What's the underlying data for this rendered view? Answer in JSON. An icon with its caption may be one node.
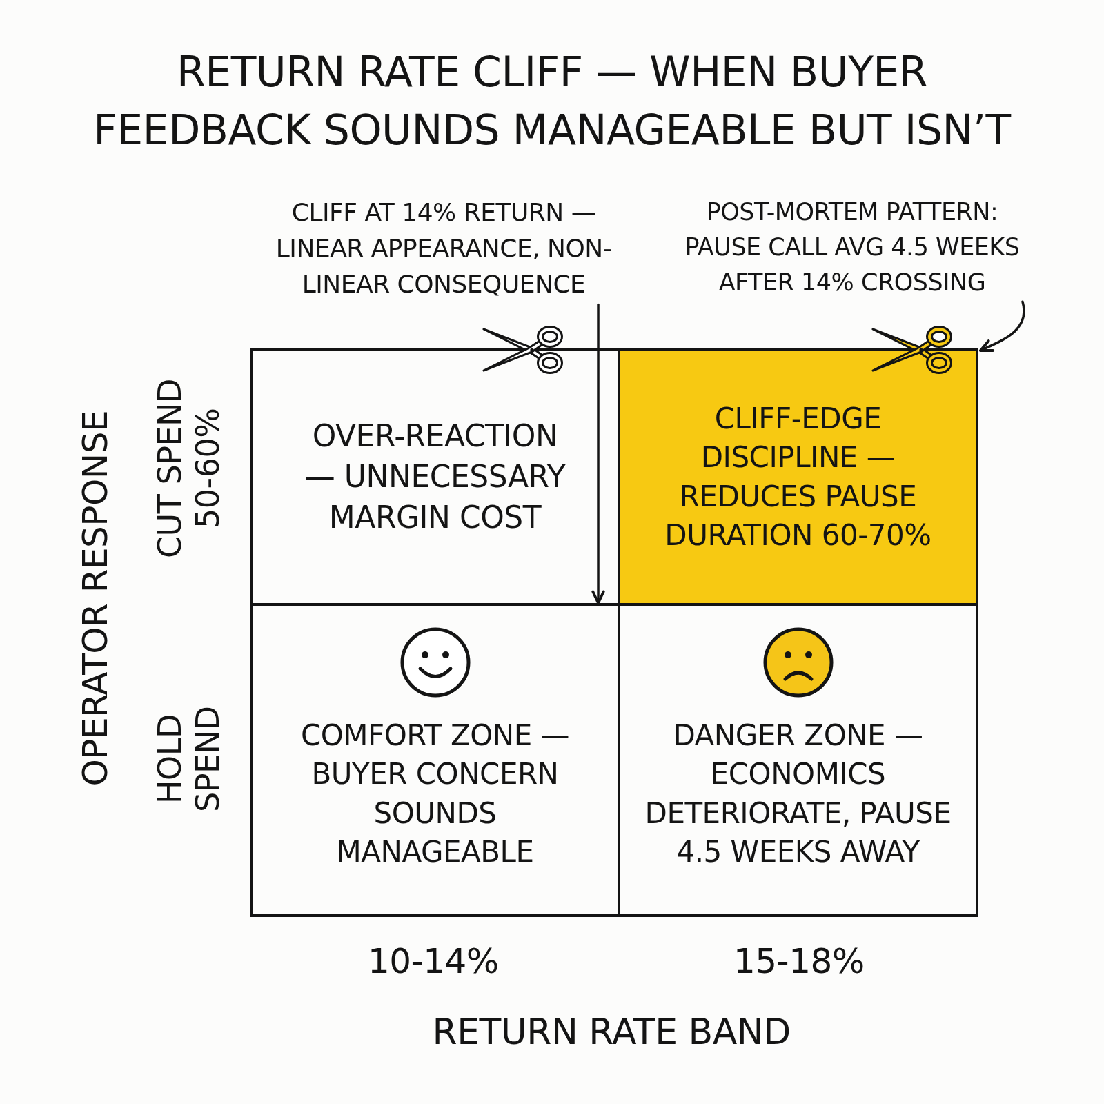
{
  "diagram": {
    "title": "RETURN RATE CLIFF — WHEN BUYER FEEDBACK SOUNDS MANAGEABLE BUT ISN’T",
    "nodes": [
      {
        "text": [
          "CLIFF AT 14% RETURN — LINEAR APPEARANCE, NON-LINEAR CONSEQUENCE"
        ]
      },
      {
        "text": [
          "POST-MORTEM PATTERN: PAUSE CALL AVG 4.5 WEEKS AFTER 14% CROSSING"
        ]
      },
      {
        "text": [
          "OVER-REACTION — UNNECESSARY MARGIN COST"
        ]
      },
      {
        "text": [
          "CLIFF-EDGE DISCIPLINE — REDUCES PAUSE DURATION 60-70%"
        ]
      },
      {
        "text": [
          "COMFORT ZONE — BUYER CONCERN SOUNDS MANAGEABLE"
        ]
      },
      {
        "text": [
          "DANGER ZONE — ECONOMICS DETERIORATE, PAUSE 4.5 WEEKS AWAY"
        ]
      }
    ],
    "edges": [
      {
        "from": 0,
        "to": 2,
        "arrow": "to"
      },
      {
        "from": 1,
        "to": 3,
        "arrow": "to"
      }
    ],
    "labels": [
      "OPERATOR RESPONSE",
      "CUT SPEND 50-60%",
      "HOLD SPEND",
      "10-14%",
      "15-18%",
      "RETURN RATE BAND"
    ]
  }
}
